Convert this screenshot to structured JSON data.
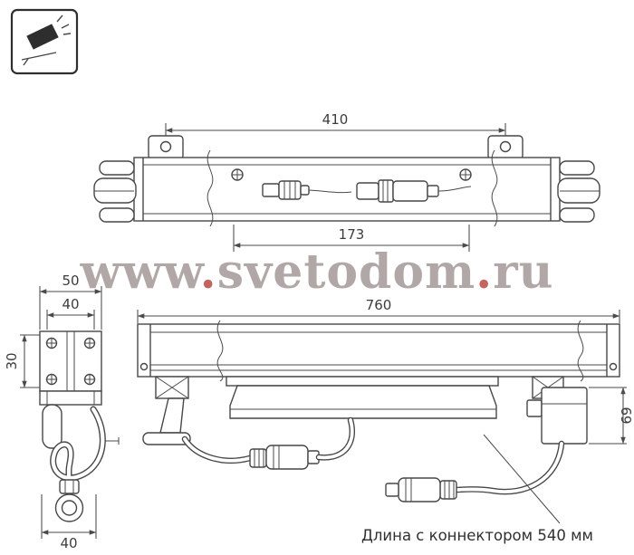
{
  "page": {
    "background": "#ffffff"
  },
  "icon": {
    "name": "floodlight-icon"
  },
  "watermark": {
    "www": "www",
    "dot1": ".",
    "name": "svetodom",
    "dot2": ".",
    "ru": "ru",
    "gray_color": "#a09494",
    "red_color": "#b8443a"
  },
  "top_view": {
    "dim_overall": "410",
    "dim_inner": "173"
  },
  "side_view": {
    "dim_outer_width": "50",
    "dim_inner_width": "40",
    "dim_height": "30",
    "dim_foot_width": "40"
  },
  "front_view": {
    "dim_length": "760",
    "dim_height": "69",
    "note": "Длина с коннектором 540 мм"
  },
  "colors": {
    "line": "#474747",
    "text": "#3c3c3c"
  }
}
